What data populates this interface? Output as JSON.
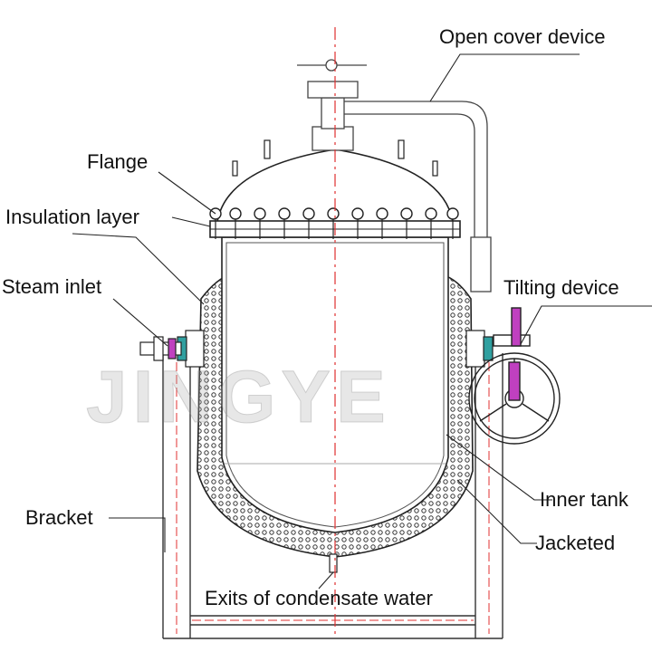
{
  "labels": {
    "open_cover_device": "Open cover device",
    "flange": "Flange",
    "insulation_layer": "Insulation layer",
    "steam_inlet": "Steam inlet",
    "tilting_device": "Tilting device",
    "inner_tank": "Inner tank",
    "jacketed": "Jacketed",
    "bracket": "Bracket",
    "exits_of_condensate_water": "Exits of condensate water"
  },
  "watermark": "JINGYE",
  "colors": {
    "line": "#222222",
    "centerline": "#e03030",
    "valve_accent": "#c040c0",
    "flange_accent": "#30a0a0"
  }
}
